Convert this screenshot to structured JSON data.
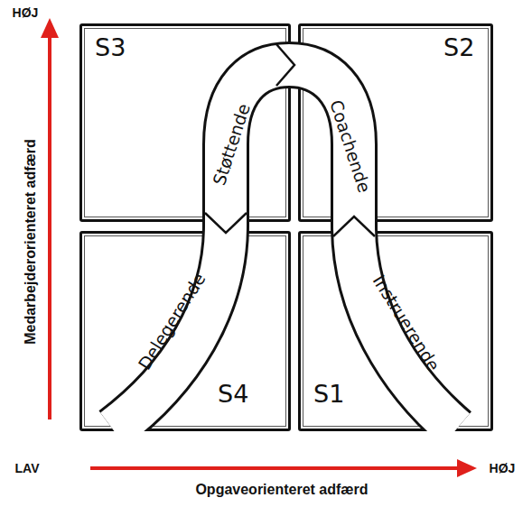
{
  "diagram": {
    "nodes": [
      {
        "text": [
          "S3"
        ]
      },
      {
        "text": [
          "S2"
        ]
      },
      {
        "text": [
          "S4"
        ]
      },
      {
        "text": [
          "S1"
        ]
      }
    ],
    "labels": [
      "HØJ",
      "Medarbejderorienteret adfærd",
      "LAV",
      "Opgaveorienteret adfærd",
      "HØJ",
      "Støttende",
      "Coachende",
      "Delegerende",
      "Instruerende"
    ]
  }
}
